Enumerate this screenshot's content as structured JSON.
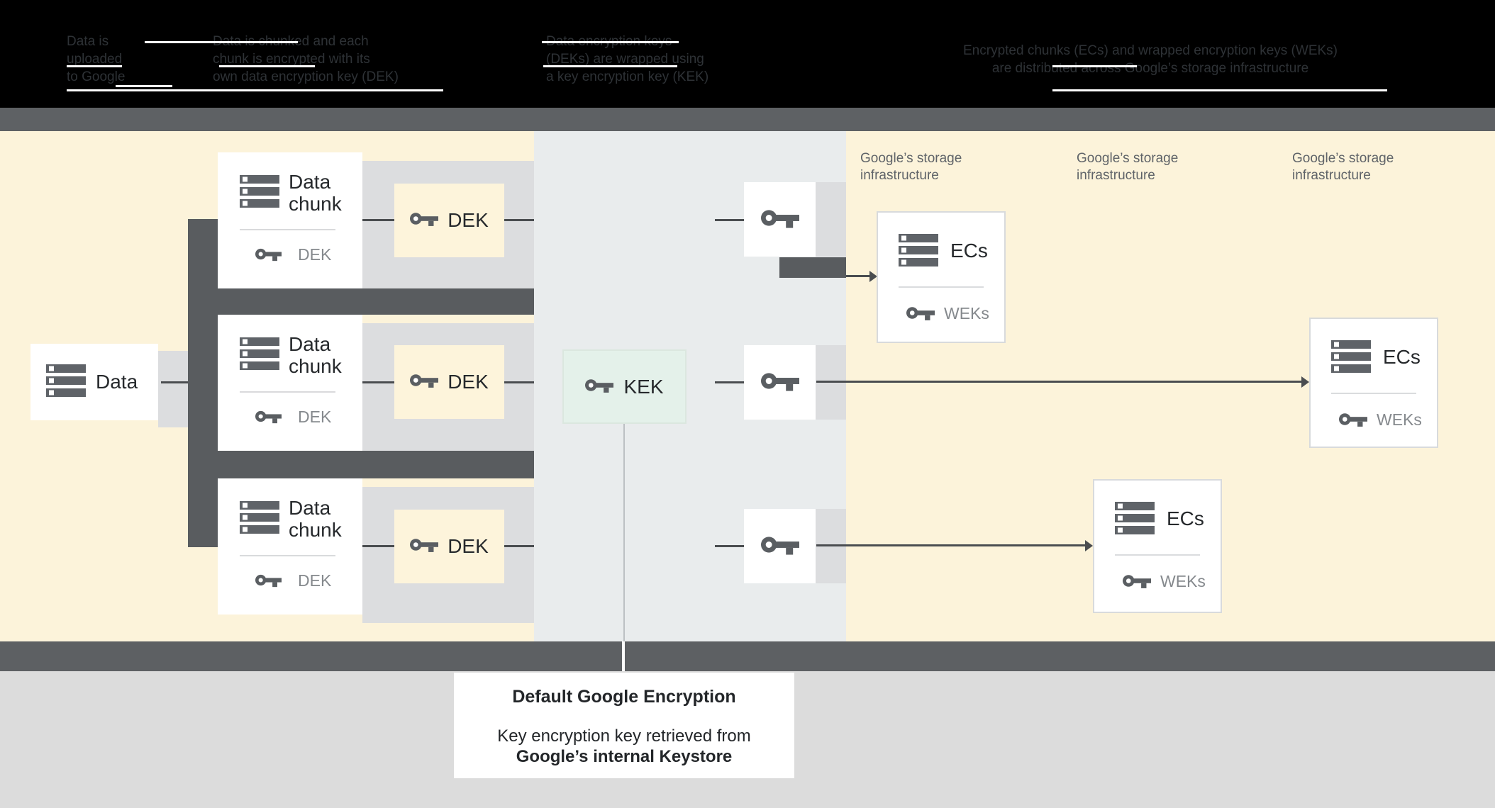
{
  "header": {
    "steps": [
      {
        "lines": [
          "Data is",
          "uploaded",
          "to Google"
        ]
      },
      {
        "lines": [
          "Data is chunked and each",
          "chunk is encrypted with its",
          "own data encryption key (DEK)"
        ]
      },
      {
        "lines": [
          "Data encryption keys",
          "(DEKs) are wrapped using",
          "a key encryption key (KEK)"
        ]
      },
      {
        "lines": [
          "Encrypted chunks (ECs) and wrapped encryption keys (WEKs)",
          "are distributed across Google’s storage infrastructure"
        ]
      }
    ]
  },
  "diagram": {
    "data_box": {
      "label": "Data"
    },
    "chunk_rows": [
      {
        "title": "Data chunk",
        "key_label": "DEK"
      },
      {
        "title": "Data chunk",
        "key_label": "DEK"
      },
      {
        "title": "Data chunk",
        "key_label": "DEK"
      }
    ],
    "dek_boxes": [
      {
        "label": "DEK"
      },
      {
        "label": "DEK"
      },
      {
        "label": "DEK"
      }
    ],
    "kek_box": {
      "label": "KEK"
    },
    "storage_labels": [
      {
        "line1": "Google’s storage",
        "line2": "infrastructure"
      },
      {
        "line1": "Google’s storage",
        "line2": "infrastructure"
      },
      {
        "line1": "Google’s storage",
        "line2": "infrastructure"
      }
    ],
    "ecs_boxes": [
      {
        "title": "ECs",
        "key_label": "WEKs"
      },
      {
        "title": "ECs",
        "key_label": "WEKs"
      },
      {
        "title": "ECs",
        "key_label": "WEKs"
      }
    ]
  },
  "caption": {
    "title": "Default Google Encryption",
    "line1": "Key encryption key retrieved from",
    "line2": "Google’s internal Keystore"
  },
  "colors": {
    "panel_yellow": "#fcf3da",
    "panel_gray": "#e9eced",
    "dark_gray": "#595c5f",
    "shadow_gray": "#dcdddf",
    "kek_green": "#e4f1ea",
    "bottom_gray": "#dcdcdc",
    "icon_gray": "#5f6368",
    "label_dark": "#26292c",
    "label_gray": "#85898d"
  }
}
